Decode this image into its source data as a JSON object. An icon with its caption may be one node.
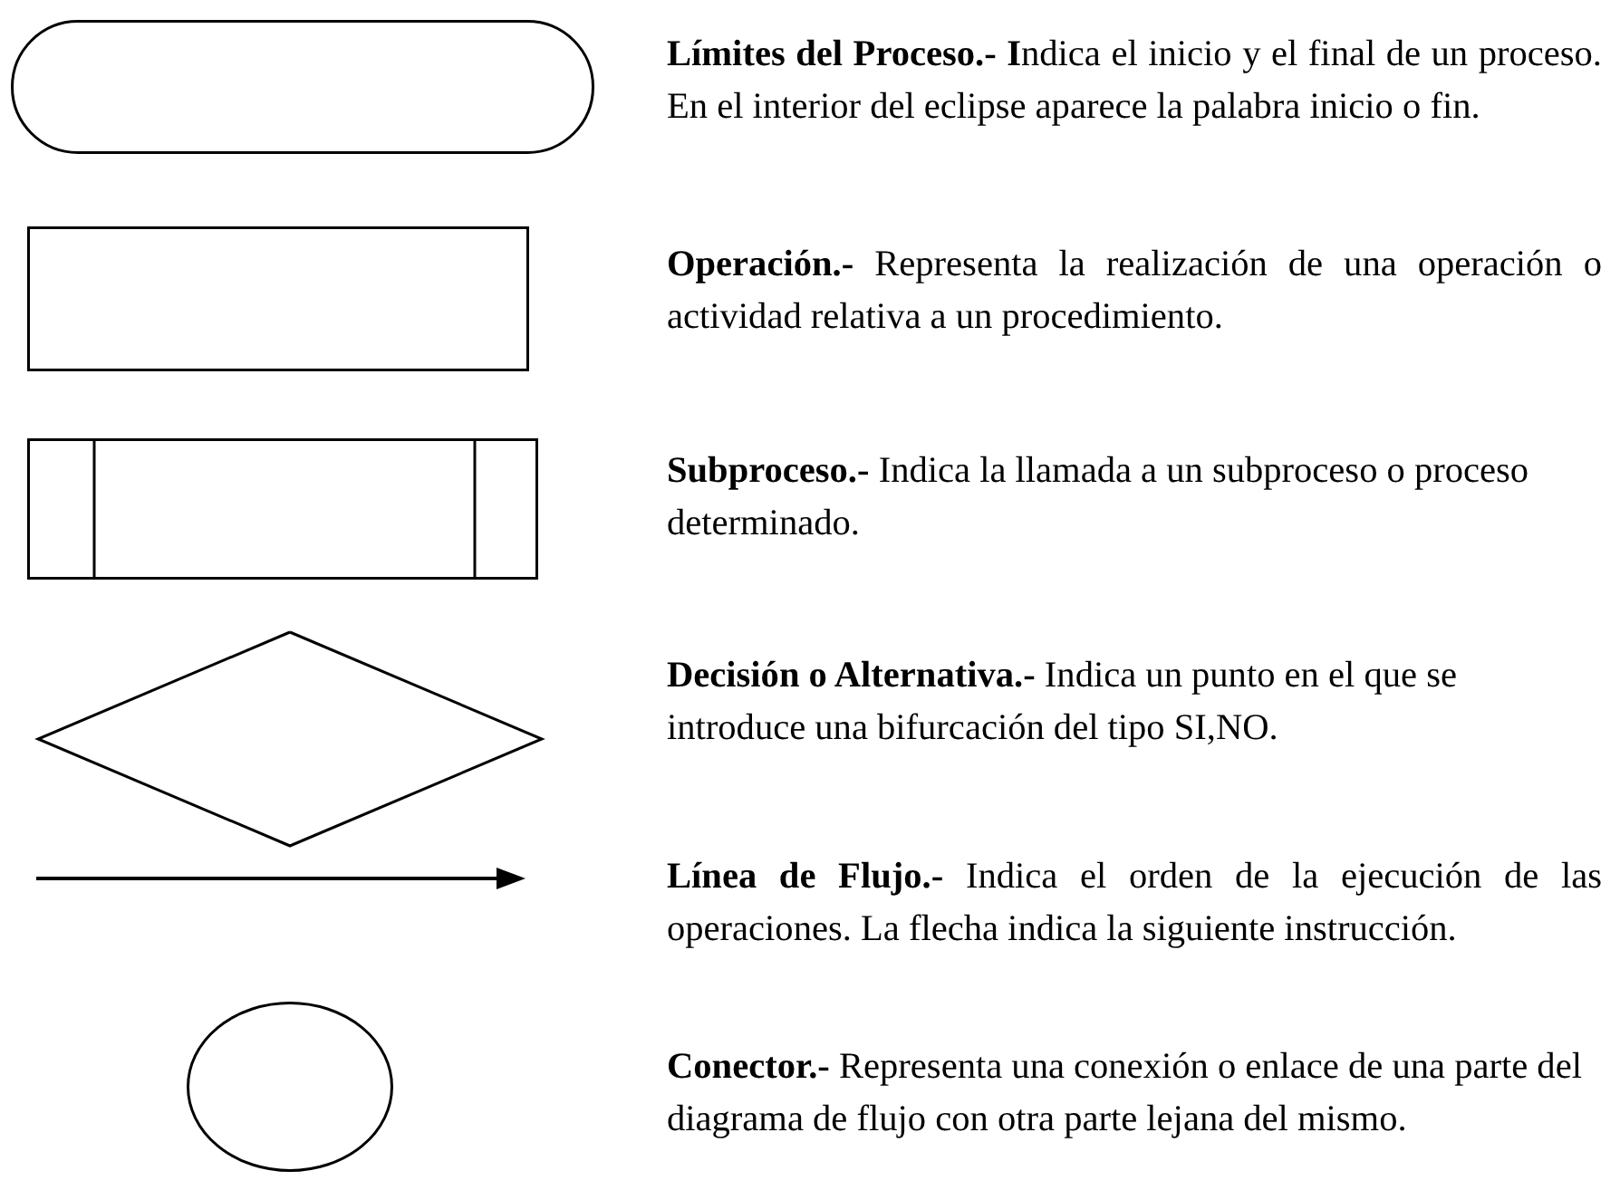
{
  "diagram": {
    "nodes": [
      {
        "text": [],
        "shape": "pill"
      },
      {
        "text": [],
        "shape": "box"
      },
      {
        "text": [],
        "shape": "subroutine"
      },
      {
        "text": [],
        "shape": "diamond"
      },
      {
        "text": [],
        "shape": "arrow"
      },
      {
        "text": [],
        "shape": "circle"
      }
    ],
    "labels": [
      "**Límites del Proceso.- I**ndica el inicio y el final de un proceso. En el interior del eclipse aparece la palabra inicio o fin.",
      "**Operación.-** Representa la realización de una operación o actividad relativa a un procedimiento.",
      "**Subproceso.-** Indica la llamada a un subproceso o proceso determinado.",
      "**Decisión o Alternativa.-** Indica un punto en el que se introduce una bifurcación del tipo SI,NO.",
      "**Línea de Flujo.-** Indica el orden de la ejecución de las operaciones. La flecha indica la siguiente instrucción.",
      "**Conector.-** Representa una conexión o enlace de una parte del diagrama de flujo con otra parte lejana del mismo."
    ]
  }
}
